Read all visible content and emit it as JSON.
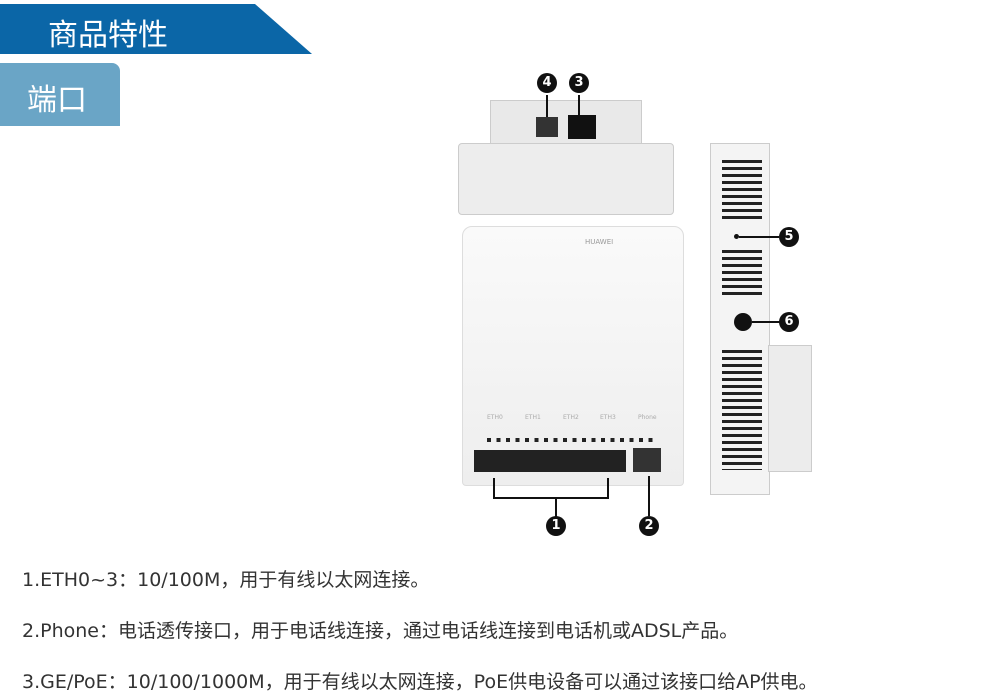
{
  "header": {
    "title": "商品特性",
    "section_tab": "端口"
  },
  "device": {
    "brand": "HUAWEI",
    "port_labels": [
      "ETH0",
      "ETH1",
      "ETH2",
      "ETH3",
      "Phone"
    ],
    "markers": [
      "1",
      "2",
      "3",
      "4",
      "5",
      "6"
    ]
  },
  "descriptions": [
    "1.ETH0~3：10/100M，用于有线以太网连接。",
    "2.Phone：电话透传接口，用于电话线连接，通过电话线连接到电话机或ADSL产品。",
    "3.GE/PoE：10/100/1000M，用于有线以太网连接，PoE供电设备可以通过该接口给AP供电。"
  ]
}
